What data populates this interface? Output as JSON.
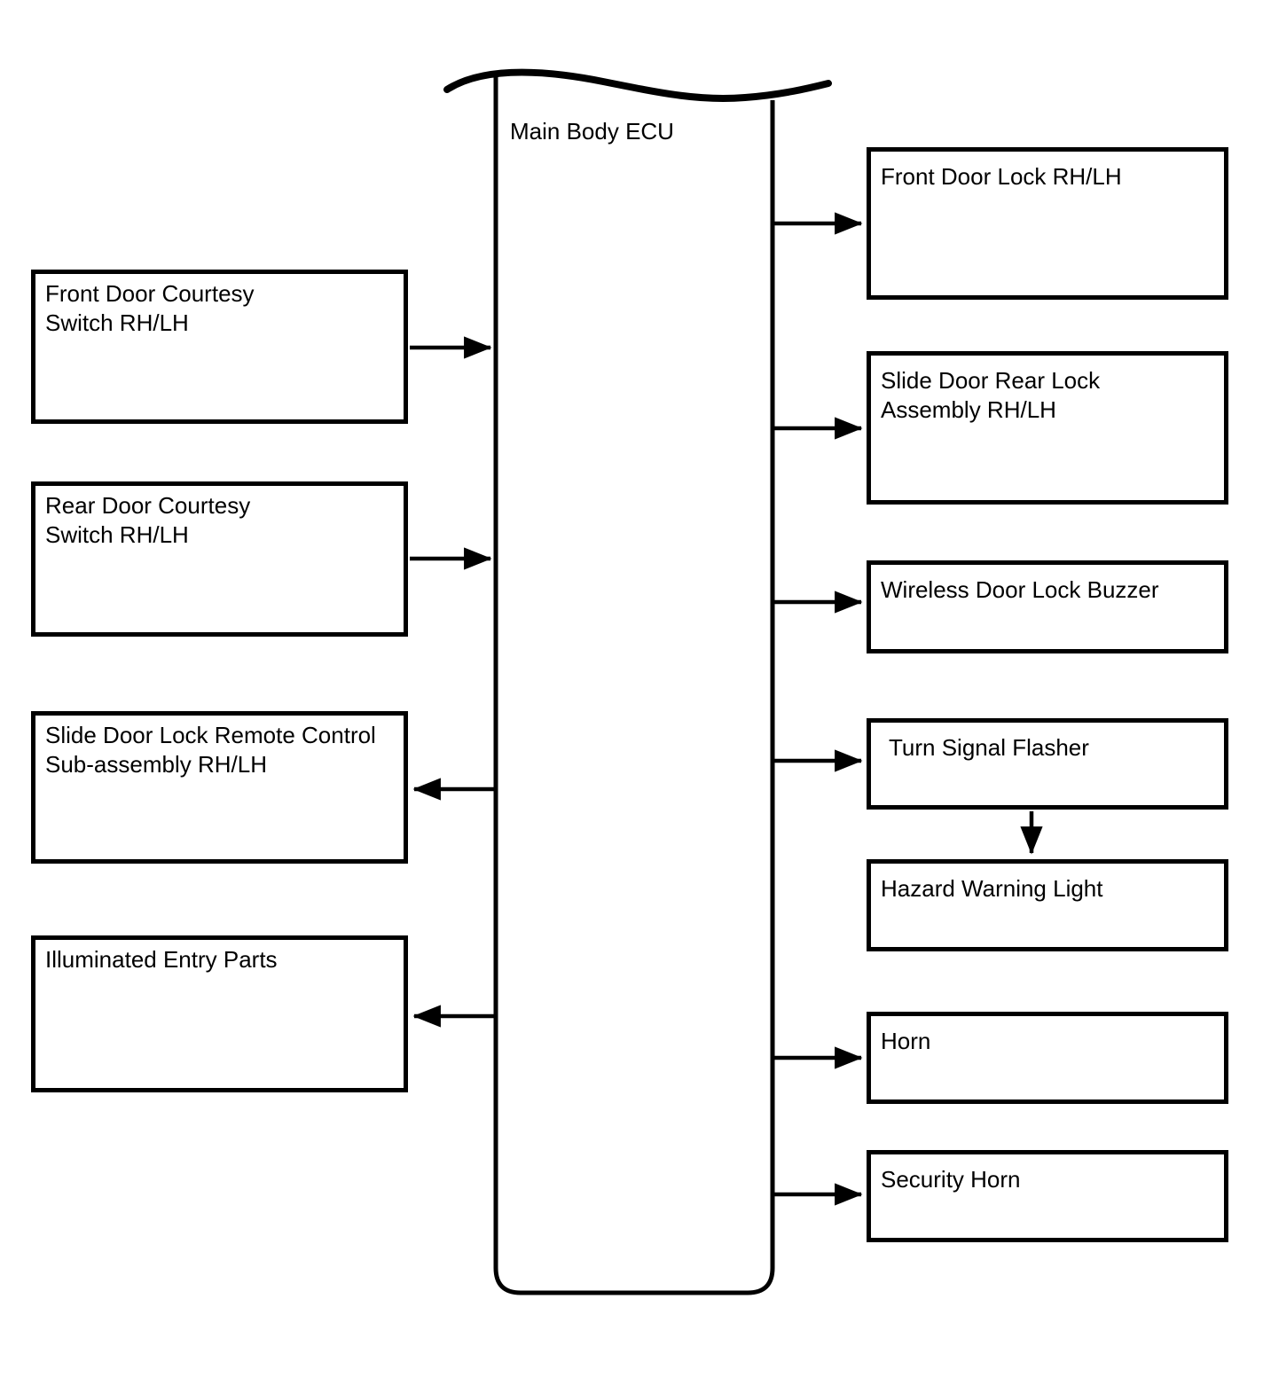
{
  "diagram": {
    "ecu_label": "Main Body ECU",
    "left_boxes": [
      {
        "label": "Front Door Courtesy\nSwitch RH/LH",
        "connection": "input-to-ecu"
      },
      {
        "label": "Rear Door Courtesy\nSwitch RH/LH",
        "connection": "input-to-ecu"
      },
      {
        "label": "Slide Door Lock Remote Control\nSub-assembly RH/LH",
        "connection": "output-from-ecu"
      },
      {
        "label": "Illuminated Entry Parts",
        "connection": "output-from-ecu"
      }
    ],
    "right_boxes": [
      {
        "label": "Front Door Lock RH/LH",
        "connection": "output-from-ecu"
      },
      {
        "label": "Slide Door Rear Lock\nAssembly RH/LH",
        "connection": "output-from-ecu"
      },
      {
        "label": "Wireless Door Lock Buzzer",
        "connection": "output-from-ecu"
      },
      {
        "label": "Turn Signal Flasher",
        "connection": "output-from-ecu"
      },
      {
        "label": "Hazard Warning Light",
        "connection": "output-from-turn-signal-flasher"
      },
      {
        "label": "Horn",
        "connection": "output-from-ecu"
      },
      {
        "label": "Security Horn",
        "connection": "output-from-ecu"
      }
    ],
    "colors": {
      "line": "#000000",
      "background": "#ffffff"
    }
  }
}
